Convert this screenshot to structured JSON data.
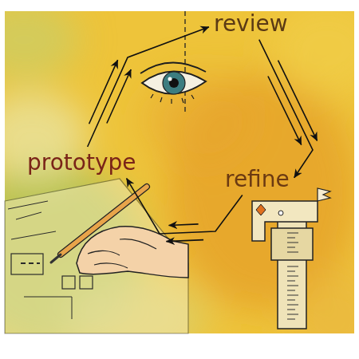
{
  "diagram": {
    "nodes": [
      {
        "text": [
          "review"
        ]
      },
      {
        "text": [
          "prototype"
        ]
      },
      {
        "text": [
          "refine"
        ]
      }
    ],
    "edges": [
      {
        "from": 1,
        "to": 0,
        "arrow": "to"
      },
      {
        "from": 0,
        "to": 2,
        "arrow": "to"
      },
      {
        "from": 2,
        "to": 1,
        "arrow": "to"
      }
    ]
  }
}
